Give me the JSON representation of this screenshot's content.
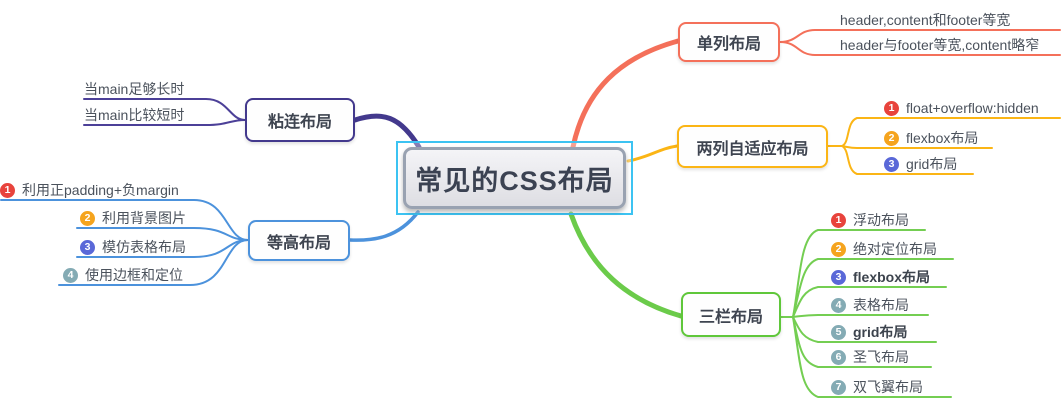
{
  "center": {
    "label": "常见的CSS布局"
  },
  "branches": [
    {
      "label": "单列布局",
      "color": "#f4705a",
      "children": [
        {
          "label": "header,content和footer等宽"
        },
        {
          "label": "header与footer等宽,content略窄"
        }
      ]
    },
    {
      "label": "两列自适应布局",
      "color": "#fbb515",
      "children": [
        {
          "num": "1",
          "num_color": "#e8433c",
          "label": "float+overflow:hidden"
        },
        {
          "num": "2",
          "num_color": "#f5a41e",
          "label": "flexbox布局"
        },
        {
          "num": "3",
          "num_color": "#5a68d8",
          "label": "grid布局"
        }
      ]
    },
    {
      "label": "三栏布局",
      "color": "#5fc73a",
      "children": [
        {
          "num": "1",
          "num_color": "#e8433c",
          "label": "浮动布局"
        },
        {
          "num": "2",
          "num_color": "#f5a41e",
          "label": "绝对定位布局"
        },
        {
          "num": "3",
          "num_color": "#5a68d8",
          "label": "flexbox布局",
          "bold": true
        },
        {
          "num": "4",
          "num_color": "#84abb4",
          "label": "表格布局"
        },
        {
          "num": "5",
          "num_color": "#84abb4",
          "label": "grid布局",
          "bold": true
        },
        {
          "num": "6",
          "num_color": "#84abb4",
          "label": "圣飞布局"
        },
        {
          "num": "7",
          "num_color": "#84abb4",
          "label": "双飞翼布局"
        }
      ]
    },
    {
      "label": "粘连布局",
      "color": "#43398d",
      "children": [
        {
          "label": "当main足够长时"
        },
        {
          "label": "当main比较短时"
        }
      ]
    },
    {
      "label": "等高布局",
      "color": "#4c92dc",
      "children": [
        {
          "num": "1",
          "num_color": "#e8433c",
          "label": "利用正padding+负margin"
        },
        {
          "num": "2",
          "num_color": "#f5a41e",
          "label": "利用背景图片"
        },
        {
          "num": "3",
          "num_color": "#5a68d8",
          "label": "模仿表格布局"
        },
        {
          "num": "4",
          "num_color": "#84abb4",
          "label": "使用边框和定位"
        }
      ]
    }
  ],
  "selection_color": "#3cc3f2"
}
